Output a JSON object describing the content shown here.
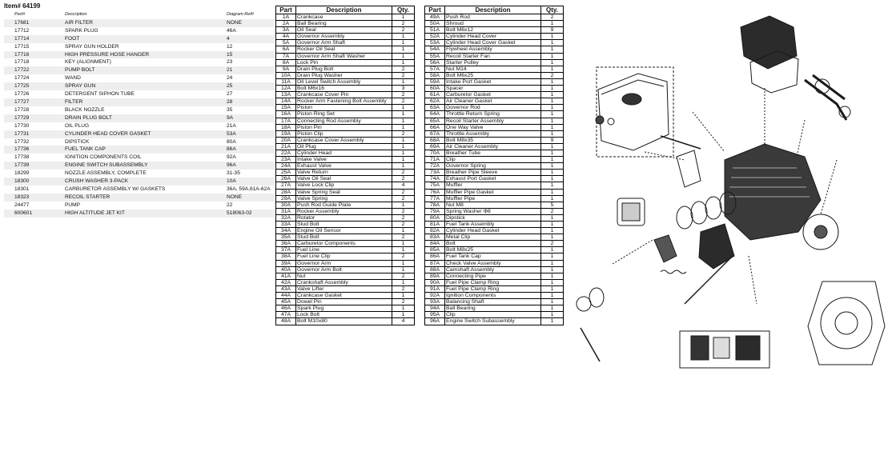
{
  "item_title": "Item# 64199",
  "parts_list": {
    "headers": [
      "Part#",
      "Description",
      "Diagram Ref#"
    ],
    "rows": [
      [
        "17681",
        "AIR FILTER",
        "NONE"
      ],
      [
        "17712",
        "SPARK PLUG",
        "46A"
      ],
      [
        "17714",
        "FOOT",
        "4"
      ],
      [
        "17715",
        "SPRAY GUN HOLDER",
        "12"
      ],
      [
        "17716",
        "HIGH PRESSURE HOSE HANGER",
        "15"
      ],
      [
        "17718",
        "KEY (ALIGNMENT)",
        "23"
      ],
      [
        "17722",
        "PUMP BOLT",
        "21"
      ],
      [
        "17724",
        "WAND",
        "24"
      ],
      [
        "17725",
        "SPRAY GUN",
        "25"
      ],
      [
        "17726",
        "DETERGENT SIPHON TUBE",
        "27"
      ],
      [
        "17727",
        "FILTER",
        "28"
      ],
      [
        "17728",
        "BLACK NOZZLE",
        "35"
      ],
      [
        "17729",
        "DRAIN PLUG BOLT",
        "9A"
      ],
      [
        "17730",
        "OIL PLUG",
        "21A"
      ],
      [
        "17731",
        "CYLINDER HEAD COVER GASKET",
        "53A"
      ],
      [
        "17732",
        "DIPSTICK",
        "80A"
      ],
      [
        "17736",
        "FUEL TANK CAP",
        "86A"
      ],
      [
        "17738",
        "IGNITION COMPONENTS COIL",
        "92A"
      ],
      [
        "17739",
        "ENGINE SWITCH SUBASSEMBLY",
        "96A"
      ],
      [
        "18299",
        "NOZZLE ASSEMBLY, COMPLETE",
        "31-35"
      ],
      [
        "18300",
        "CRUSH WASHER 3-PACK",
        "10A"
      ],
      [
        "18301",
        "CARBURETOR ASSEMBLY W/ GASKETS",
        "36A, 59A,61A-62A"
      ],
      [
        "18323",
        "RECOIL STARTER",
        "NONE"
      ],
      [
        "24477",
        "PUMP",
        "22"
      ],
      [
        "600601",
        "HIGH ALTITUDE JET KIT",
        "518063-02"
      ]
    ]
  },
  "engine_table_headers": [
    "Part",
    "Description",
    "Qty."
  ],
  "engine_table_a": [
    [
      "1A",
      "Crankcase",
      "1"
    ],
    [
      "2A",
      "Ball Bearing",
      "2"
    ],
    [
      "3A",
      "Oil Seal",
      "2"
    ],
    [
      "4A",
      "Governor Assembly",
      "1"
    ],
    [
      "5A",
      "Governor Arm Shaft",
      "1"
    ],
    [
      "6A",
      "Rocker Oil Seal",
      "1"
    ],
    [
      "7A",
      "Governor Arm Shaft Washer",
      "1"
    ],
    [
      "8A",
      "Lock Pin",
      "1"
    ],
    [
      "9A",
      "Drain Plug Bolt",
      "2"
    ],
    [
      "10A",
      "Drain Plug Washer",
      "2"
    ],
    [
      "11A",
      "Oil Level Switch Assembly",
      "1"
    ],
    [
      "12A",
      "Bolt M6x16",
      "3"
    ],
    [
      "13A",
      "Crankcase Cover Pin",
      "2"
    ],
    [
      "14A",
      "Rocker Arm Fastening Bolt Assembly",
      "2"
    ],
    [
      "15A",
      "Piston",
      "1"
    ],
    [
      "16A",
      "Piston Ring Set",
      "1"
    ],
    [
      "17A",
      "Connecting Rod Assembly",
      "1"
    ],
    [
      "18A",
      "Piston Pin",
      "1"
    ],
    [
      "19A",
      "Piston Clip",
      "2"
    ],
    [
      "20A",
      "Crankcase Cover Assembly",
      "1"
    ],
    [
      "21A",
      "Oil Plug",
      "1"
    ],
    [
      "22A",
      "Cylinder Head",
      "1"
    ],
    [
      "23A",
      "Intake Valve",
      "1"
    ],
    [
      "24A",
      "Exhaust Valve",
      "1"
    ],
    [
      "25A",
      "Valve Return",
      "2"
    ],
    [
      "26A",
      "Valve Oil Seal",
      "2"
    ],
    [
      "27A",
      "Valve Lock Clip",
      "4"
    ],
    [
      "28A",
      "Valve Spring Seat",
      "2"
    ],
    [
      "29A",
      "Valve Spring",
      "2"
    ],
    [
      "30A",
      "Push Rod Guide Plate",
      "1"
    ],
    [
      "31A",
      "Rocker Assembly",
      "2"
    ],
    [
      "32A",
      "Rotator",
      "2"
    ],
    [
      "33A",
      "Stud Bolt",
      "2"
    ],
    [
      "34A",
      "Engine Oil Sensor",
      "1"
    ],
    [
      "35A",
      "Stud Bolt",
      "2"
    ],
    [
      "36A",
      "Carburetor Components",
      "1"
    ],
    [
      "37A",
      "Fuel Line",
      "1"
    ],
    [
      "38A",
      "Fuel Line Clip",
      "2"
    ],
    [
      "39A",
      "Governor Arm",
      "1"
    ],
    [
      "40A",
      "Governor Arm Bolt",
      "1"
    ],
    [
      "41A",
      "Nut",
      "2"
    ],
    [
      "42A",
      "Crankshaft Assembly",
      "1"
    ],
    [
      "43A",
      "Valve Lifter",
      "2"
    ],
    [
      "44A",
      "Crankcase Gasket",
      "1"
    ],
    [
      "45A",
      "Dowel Pin",
      "2"
    ],
    [
      "46A",
      "Spark Plug",
      "1"
    ],
    [
      "47A",
      "Lock Bolt",
      "1"
    ],
    [
      "48A",
      "Bolt M10x80",
      "4"
    ]
  ],
  "engine_table_b": [
    [
      "49A",
      "Push Rod",
      "2"
    ],
    [
      "50A",
      "Shroud",
      "1"
    ],
    [
      "51A",
      "Bolt M6x12",
      "9"
    ],
    [
      "52A",
      "Cylinder Head Cover",
      "1"
    ],
    [
      "53A",
      "Cylinder Head Cover Gasket",
      "1"
    ],
    [
      "54A",
      "Flywheel Assembly",
      "1"
    ],
    [
      "55A",
      "Recoil Starter Fan",
      "1"
    ],
    [
      "56A",
      "Starter Pulley",
      "1"
    ],
    [
      "57A",
      "Nut M14",
      "1"
    ],
    [
      "58A",
      "Bolt M6x25",
      "2"
    ],
    [
      "59A",
      "Intake Port Gasket",
      "1"
    ],
    [
      "60A",
      "Spacer",
      "1"
    ],
    [
      "61A",
      "Carburetor Gasket",
      "1"
    ],
    [
      "62A",
      "Air Cleaner Gasket",
      "1"
    ],
    [
      "63A",
      "Governor Rod",
      "1"
    ],
    [
      "64A",
      "Throttle Return Spring",
      "1"
    ],
    [
      "65A",
      "Recoil Starter Assembly",
      "1"
    ],
    [
      "66A",
      "One Way Valve",
      "1"
    ],
    [
      "67A",
      "Throttle Assembly",
      "1"
    ],
    [
      "68A",
      "Bolt M8x35",
      "9"
    ],
    [
      "69A",
      "Air Cleaner Assembly",
      "1"
    ],
    [
      "70A",
      "Breather Tube",
      "1"
    ],
    [
      "71A",
      "Clip",
      "1"
    ],
    [
      "72A",
      "Governor Spring",
      "1"
    ],
    [
      "73A",
      "Breather Pipe Sleeve",
      "1"
    ],
    [
      "74A",
      "Exhaust Port Gasket",
      "1"
    ],
    [
      "75A",
      "Muffler",
      "1"
    ],
    [
      "76A",
      "Muffler Pipe Gasket",
      "1"
    ],
    [
      "77A",
      "Muffler Pipe",
      "1"
    ],
    [
      "78A",
      "Nut M8",
      "5"
    ],
    [
      "79A",
      "Spring Washer Φ8",
      "2"
    ],
    [
      "80A",
      "Dipstick",
      "1"
    ],
    [
      "81A",
      "Fuel Tank Assembly",
      "1"
    ],
    [
      "82A",
      "Cylinder Head Gasket",
      "1"
    ],
    [
      "83A",
      "Metal Clip",
      "1"
    ],
    [
      "84A",
      "Bolt",
      "2"
    ],
    [
      "85A",
      "Bolt M8x25",
      "1"
    ],
    [
      "86A",
      "Fuel Tank Cap",
      "1"
    ],
    [
      "87A",
      "Check Valve Assembly",
      "1"
    ],
    [
      "88A",
      "Camshaft Assembly",
      "1"
    ],
    [
      "89A",
      "Connecting Pipe",
      "1"
    ],
    [
      "90A",
      "Fuel Pipe Clamp Ring",
      "1"
    ],
    [
      "91A",
      "Fuel Pipe Clamp Ring",
      "1"
    ],
    [
      "92A",
      "Ignition Components",
      "1"
    ],
    [
      "93A",
      "Balancing Shaft",
      "1"
    ],
    [
      "94A",
      "Ball Bearing",
      "1"
    ],
    [
      "95A",
      "Clip",
      "1"
    ],
    [
      "96A",
      "Engine Switch Subassembly",
      "1"
    ]
  ]
}
